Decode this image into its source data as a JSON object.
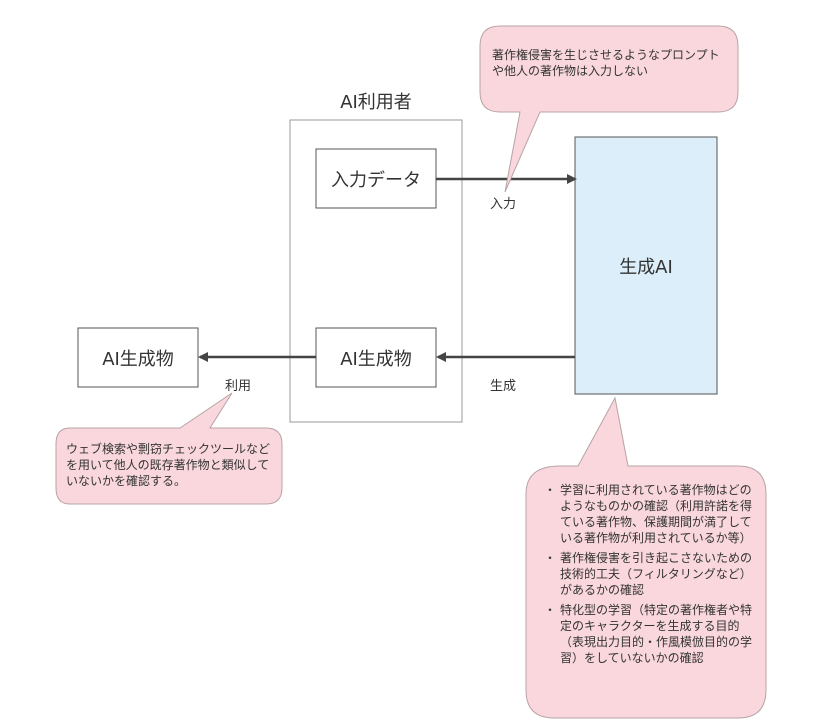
{
  "diagram": {
    "group_title": "AI利用者",
    "boxes": {
      "input_data": "入力データ",
      "ai_output_user": "AI生成物",
      "ai_output_final": "AI生成物",
      "generative_ai": "生成AI"
    },
    "arrow_labels": {
      "input": "入力",
      "generate": "生成",
      "use": "利用"
    },
    "callouts": {
      "top": "著作権侵害を生じさせるようなプロンプトや他人の著作物は入力しない",
      "left": "ウェブ検索や剽窃チェックツールなどを用いて他人の既存著作物と類似していないかを確認する。",
      "bottom": {
        "bullet": "・",
        "items": [
          "学習に利用されている著作物はどのようなものかの確認（利用許諾を得ている著作物、保護期間が満了している著作物が利用されているか等）",
          "著作権侵害を引き起こさないための技術的工夫（フィルタリングなど）があるかの確認",
          "特化型の学習（特定の著作権者や特定のキャラクターを生成する目的（表現出力目的・作風模倣目的の学習）をしていないかの確認"
        ]
      }
    },
    "colors": {
      "callout_fill": "#f9d7dc",
      "callout_stroke": "#b8a3a6",
      "ai_fill": "#dbeef9",
      "arrow": "#444444"
    }
  }
}
